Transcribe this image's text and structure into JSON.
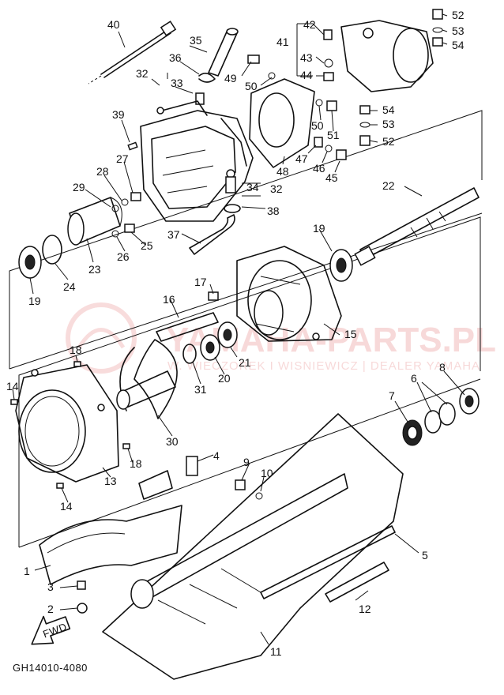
{
  "diagram": {
    "code": "GH14010-4080",
    "watermark": {
      "main": "YAMAHA-PARTS.PL",
      "sub": "W. WIECZOREK I WISNIEWICZ | DEALER YAMAHA"
    },
    "fwd_label": "FWD",
    "callouts": {
      "c1": "1",
      "c2": "2",
      "c3": "3",
      "c4": "4",
      "c5": "5",
      "c6": "6",
      "c7": "7",
      "c8": "8",
      "c9": "9",
      "c10": "10",
      "c11": "11",
      "c12": "12",
      "c13": "13",
      "c14a": "14",
      "c14b": "14",
      "c15": "15",
      "c16": "16",
      "c17": "17",
      "c18a": "18",
      "c18b": "18",
      "c19a": "19",
      "c19b": "19",
      "c20": "20",
      "c21": "21",
      "c22": "22",
      "c23": "23",
      "c24": "24",
      "c25": "25",
      "c26": "26",
      "c27": "27",
      "c28": "28",
      "c29": "29",
      "c30": "30",
      "c31": "31",
      "c32a": "32",
      "c32b": "32",
      "c33": "33",
      "c34": "34",
      "c35": "35",
      "c36": "36",
      "c37": "37",
      "c38": "38",
      "c39": "39",
      "c40": "40",
      "c41": "41",
      "c42": "42",
      "c43": "43",
      "c44": "44",
      "c45": "45",
      "c46": "46",
      "c47": "47",
      "c48": "48",
      "c49": "49",
      "c50a": "50",
      "c50b": "50",
      "c51": "51",
      "c52a": "52",
      "c52b": "52",
      "c53a": "53",
      "c53b": "53",
      "c54a": "54",
      "c54b": "54"
    }
  }
}
